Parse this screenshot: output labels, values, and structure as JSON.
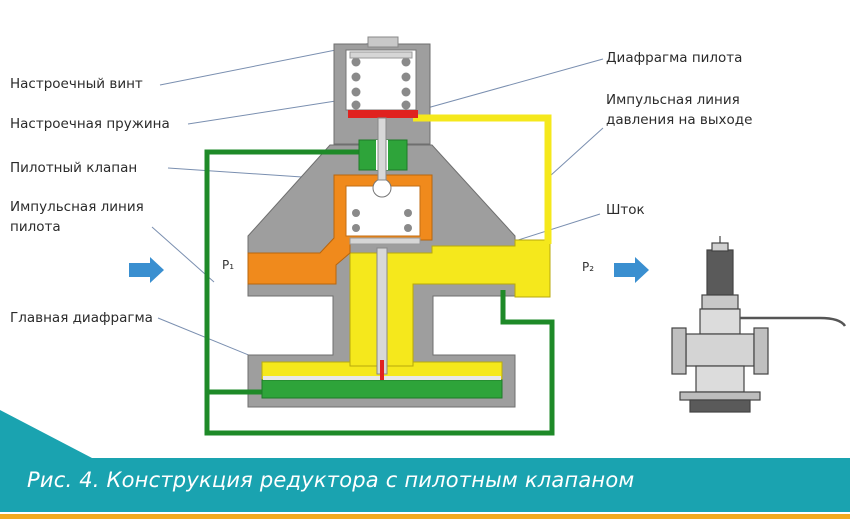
{
  "labels": {
    "adjust_screw": "Настроечный винт",
    "adjust_spring": "Настроечная пружина",
    "pilot_valve": "Пилотный клапан",
    "pilot_impulse_line": "Импульсная линия\nпилота",
    "main_diaphragm": "Главная диафрагма",
    "pilot_diaphragm": "Диафрагма пилота",
    "outlet_impulse_line": "Импульсная линия\nдавления на выходе",
    "stem": "Шток",
    "p1": "P₁",
    "p2": "P₂"
  },
  "caption": {
    "text": "Рис. 4. Конструкция редуктора с пилотным клапаном"
  },
  "colors": {
    "body_gray": "#9e9e9e",
    "pilot_yellow": "#f5e81c",
    "pilot_orange": "#f08a1c",
    "line_green": "#1e8a28",
    "valve_green": "#2ea43a",
    "diaphragm_red": "#e0221f",
    "arrow_blue": "#3a8fd0",
    "caption_teal": "#1aa3b0",
    "caption_gold": "#f2a91e"
  }
}
